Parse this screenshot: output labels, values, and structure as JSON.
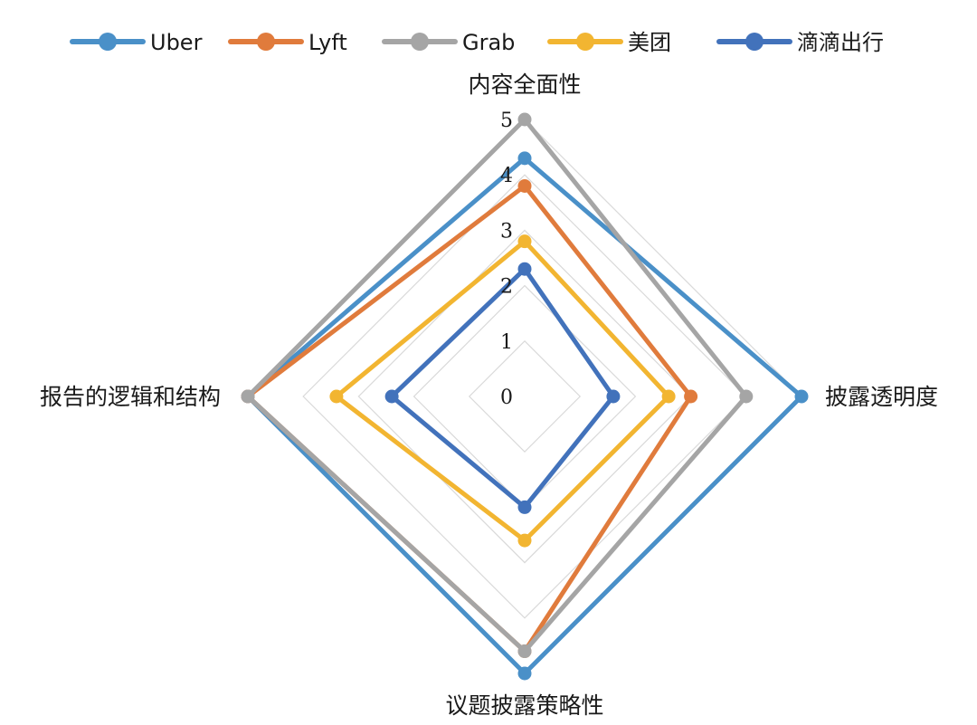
{
  "chart_data": {
    "type": "radar",
    "axes": [
      "内容全面性",
      "披露透明度",
      "议题披露策略性",
      "报告的逻辑和结构"
    ],
    "rmax": 5,
    "ticks": [
      "0",
      "1",
      "2",
      "3",
      "4",
      "5"
    ],
    "series": [
      {
        "name": "Uber",
        "color": "#4a90c8",
        "values": [
          4.3,
          5.0,
          5.0,
          5.0
        ]
      },
      {
        "name": "Lyft",
        "color": "#e07b3c",
        "values": [
          3.8,
          3.0,
          4.6,
          5.0
        ]
      },
      {
        "name": "Grab",
        "color": "#a5a5a5",
        "values": [
          5.0,
          4.0,
          4.6,
          5.0
        ]
      },
      {
        "name": "美团",
        "color": "#f2b531",
        "values": [
          2.8,
          2.6,
          2.6,
          3.4
        ]
      },
      {
        "name": "滴滴出行",
        "color": "#4272bb",
        "values": [
          2.3,
          1.6,
          2.0,
          2.4
        ]
      }
    ],
    "legend_position": "top",
    "grid": true
  }
}
